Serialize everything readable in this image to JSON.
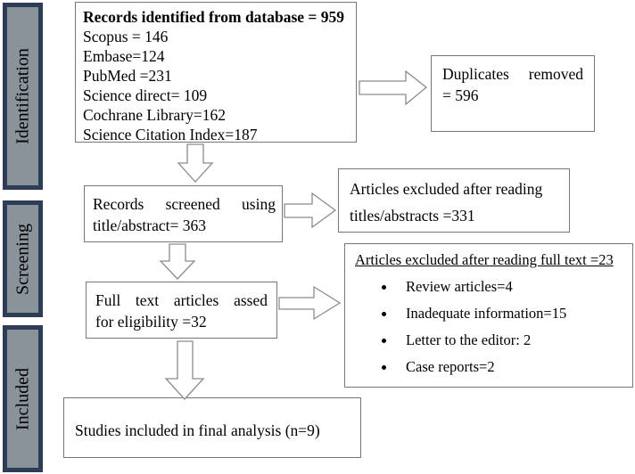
{
  "stages": {
    "identification": "Identification",
    "screening": "Screening",
    "included": "Included"
  },
  "records_box": {
    "title": "Records identified from database = 959",
    "lines": [
      "Scopus = 146",
      "Embase=124",
      "PubMed =231",
      "Science direct= 109",
      "Cochrane Library=162",
      "Science Citation Index=187"
    ]
  },
  "duplicates_box": {
    "line1_word1": "Duplicates",
    "line1_word2": "removed",
    "line2": "= 596"
  },
  "screened_box": {
    "line1_words": [
      "Records",
      "screened",
      "using"
    ],
    "line2": "title/abstract= 363"
  },
  "excluded_abstract_box": {
    "line1": "Articles excluded after reading",
    "line2": "titles/abstracts =331"
  },
  "fulltext_box": {
    "line1_words": [
      "Full",
      "text",
      "articles",
      "assed"
    ],
    "line2": "for eligibility =32"
  },
  "excluded_fulltext_box": {
    "title": "Articles excluded after reading full text =23",
    "items": [
      "Review articles=4",
      "Inadequate information=15",
      "Letter to the editor: 2",
      "Case reports=2"
    ]
  },
  "included_box": {
    "text": "Studies included in final analysis (n=9)"
  },
  "colors": {
    "stage_fill": "#8a929a",
    "stage_border": "#2e3d56",
    "box_border": "#777777",
    "arrow_stroke": "#8c8c8c"
  }
}
